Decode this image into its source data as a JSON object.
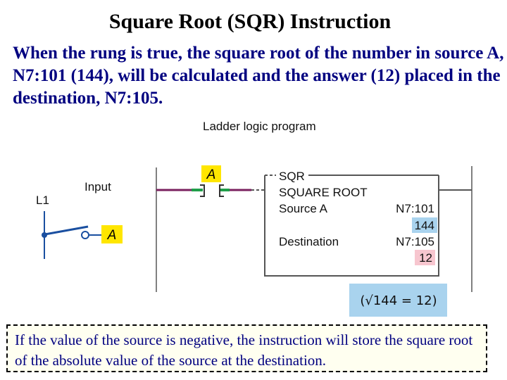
{
  "title": "Square Root (SQR) Instruction",
  "description": "When the rung is true, the square root of the number in source A, N7:101 (144), will be calculated and the answer (12) placed in the destination, N7:105.",
  "diagram": {
    "program_label": "Ladder logic program",
    "input_label": "Input",
    "line_label": "L1",
    "input_tag": "A",
    "contact_tag": "A",
    "block": {
      "header": "SQR",
      "name": "SQUARE ROOT",
      "source_label": "Source A",
      "source_address": "N7:101",
      "source_value": "144",
      "dest_label": "Destination",
      "dest_address": "N7:105",
      "dest_value": "12"
    },
    "formula": "(√144 = 12)",
    "colors": {
      "tag_yellow": "#ffe600",
      "value_blue": "#a9d3ee",
      "value_pink": "#f7c6cf",
      "rung": "#7a1f5e",
      "contact": "#1f9e49",
      "rail": "#808080"
    }
  },
  "note": "If the value of the source is negative, the instruction will store the square root of the absolute value of the source at the destination."
}
